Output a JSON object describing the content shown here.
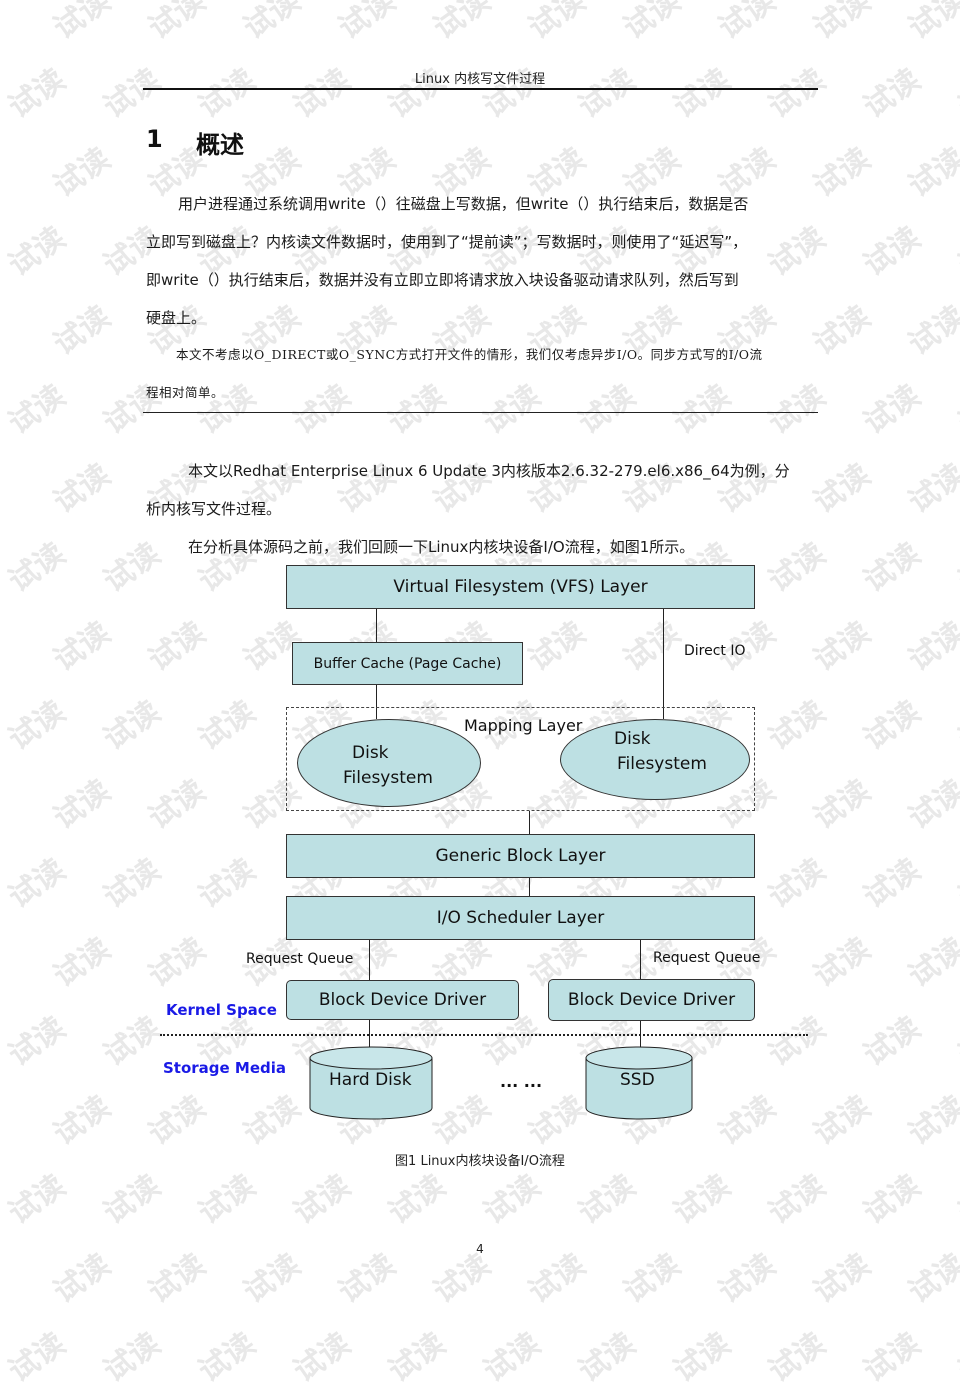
{
  "header": {
    "title": "Linux 内核写文件过程"
  },
  "section": {
    "number": "1",
    "title": "概述"
  },
  "paragraphs": {
    "p1_line1": "用户进程通过系统调用write（）往磁盘上写数据，但write（）执行结束后，数据是否",
    "p1_line2": "立即写到磁盘上？内核读文件数据时，使用到了“提前读”；写数据时，则使用了“延迟写”，",
    "p1_line3": "即write（）执行结束后，数据并没有立即立即将请求放入块设备驱动请求队列，然后写到",
    "p1_line4": "硬盘上。",
    "note_line1": "本文不考虑以O_DIRECT或O_SYNC方式打开文件的情形，我们仅考虑异步I/O。同步方式写的I/O流",
    "note_line2": "程相对简单。",
    "p2_line1": "本文以Redhat Enterprise Linux 6 Update 3内核版本2.6.32-279.el6.x86_64为例，分",
    "p2_line2": "析内核写文件过程。",
    "p3_line1": "在分析具体源码之前，我们回顾一下Linux内核块设备I/O流程，如图1所示。"
  },
  "diagram": {
    "vfs_layer": "Virtual Filesystem (VFS) Layer",
    "buffer_cache": "Buffer Cache (Page Cache)",
    "direct_io": "Direct IO",
    "mapping_layer": "Mapping Layer",
    "disk_fs_left": {
      "line1": "Disk",
      "line2": "Filesystem"
    },
    "disk_fs_right": {
      "line1": "Disk",
      "line2": "Filesystem"
    },
    "generic_block_layer": "Generic Block Layer",
    "io_scheduler_layer": "I/O Scheduler Layer",
    "request_queue_left": "Request Queue",
    "request_queue_right": "Request Queue",
    "block_device_driver_left": "Block Device Driver",
    "block_device_driver_right": "Block Device Driver",
    "kernel_space": "Kernel Space",
    "storage_media": "Storage Media",
    "hard_disk": "Hard Disk",
    "ellipsis": "... ...",
    "ssd": "SSD",
    "colors": {
      "box_fill": "#bde0e3",
      "side_label": "#1a1ae6"
    }
  },
  "caption": "图1  Linux内核块设备I/O流程",
  "page_number": "4",
  "watermark": "试读"
}
